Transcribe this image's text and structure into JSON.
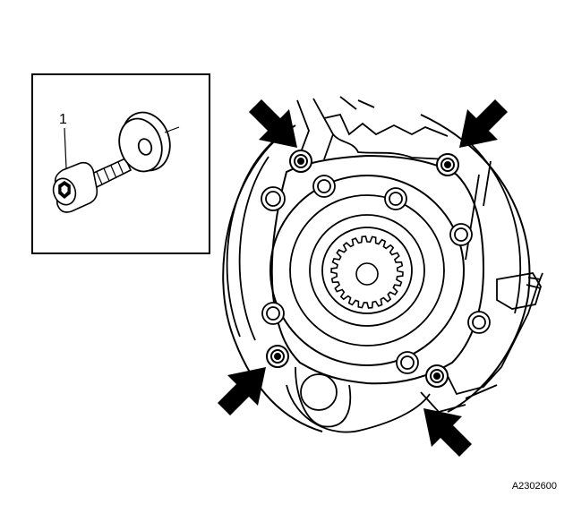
{
  "figure": {
    "callout_number": "1",
    "reference_code": "A2302600"
  },
  "parts": {
    "inset_items": [
      "bolt-icon",
      "washer-icon"
    ],
    "arrow_count": 4,
    "arrow_color": "#000000",
    "line_color": "#000000",
    "background_color": "#ffffff"
  }
}
